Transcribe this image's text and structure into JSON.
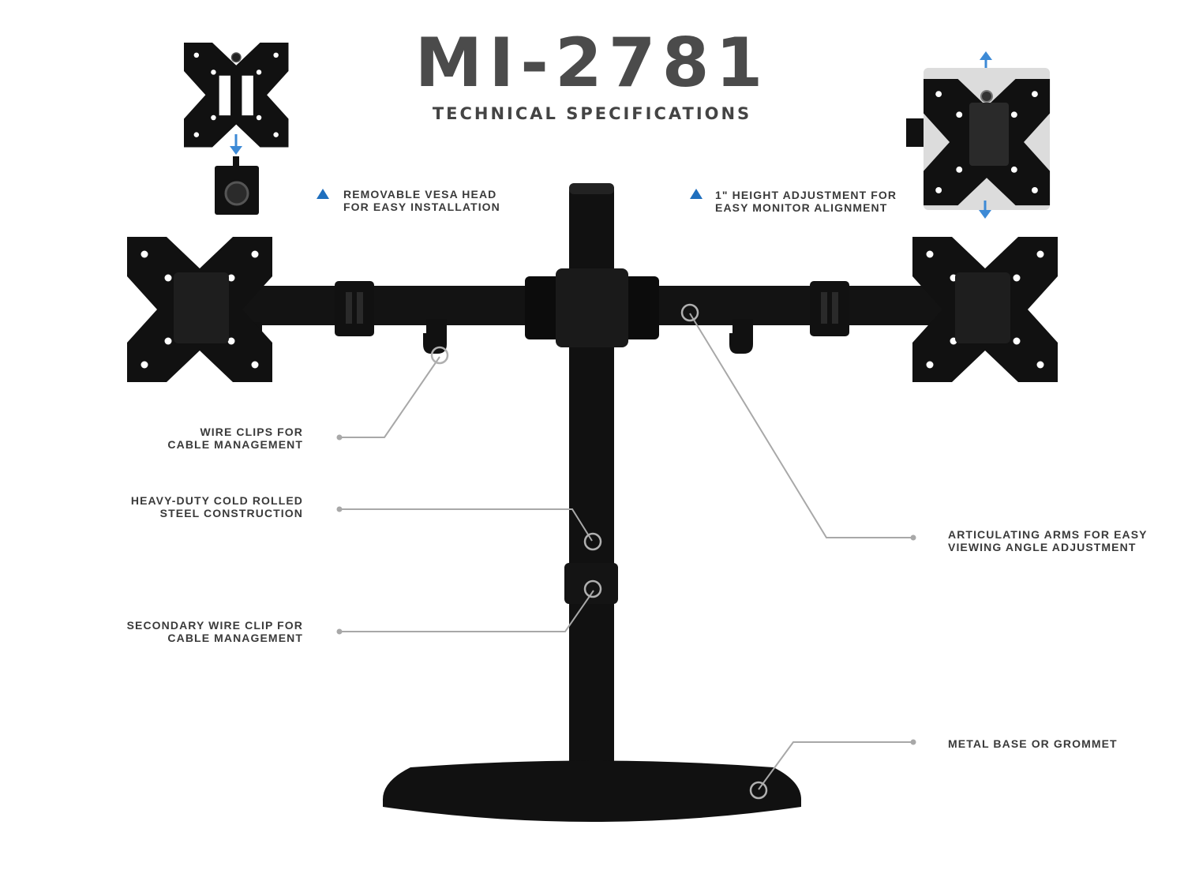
{
  "title": "MI-2781",
  "subtitle": "TECHNICAL SPECIFICATIONS",
  "colors": {
    "text": "#3a3a3a",
    "accent": "#1f6fbe",
    "metal": "#111111",
    "leader": "#a8a8a8"
  },
  "features": {
    "vesa": {
      "line1": "REMOVABLE VESA HEAD",
      "line2": "FOR EASY INSTALLATION",
      "icon": "blue-triangle-icon"
    },
    "height": {
      "line1": "1\" HEIGHT ADJUSTMENT FOR",
      "line2": "EASY MONITOR ALIGNMENT",
      "icon": "blue-triangle-icon"
    },
    "wire_clips": {
      "line1": "WIRE CLIPS FOR",
      "line2": "CABLE MANAGEMENT"
    },
    "steel": {
      "line1": "HEAVY-DUTY COLD ROLLED",
      "line2": "STEEL CONSTRUCTION"
    },
    "secondary_clip": {
      "line1": "SECONDARY WIRE CLIP FOR",
      "line2": "CABLE MANAGEMENT"
    },
    "arms": {
      "line1": "ARTICULATING ARMS FOR EASY",
      "line2": "VIEWING ANGLE ADJUSTMENT"
    },
    "base": {
      "line1": "METAL BASE OR GROMMET"
    }
  }
}
